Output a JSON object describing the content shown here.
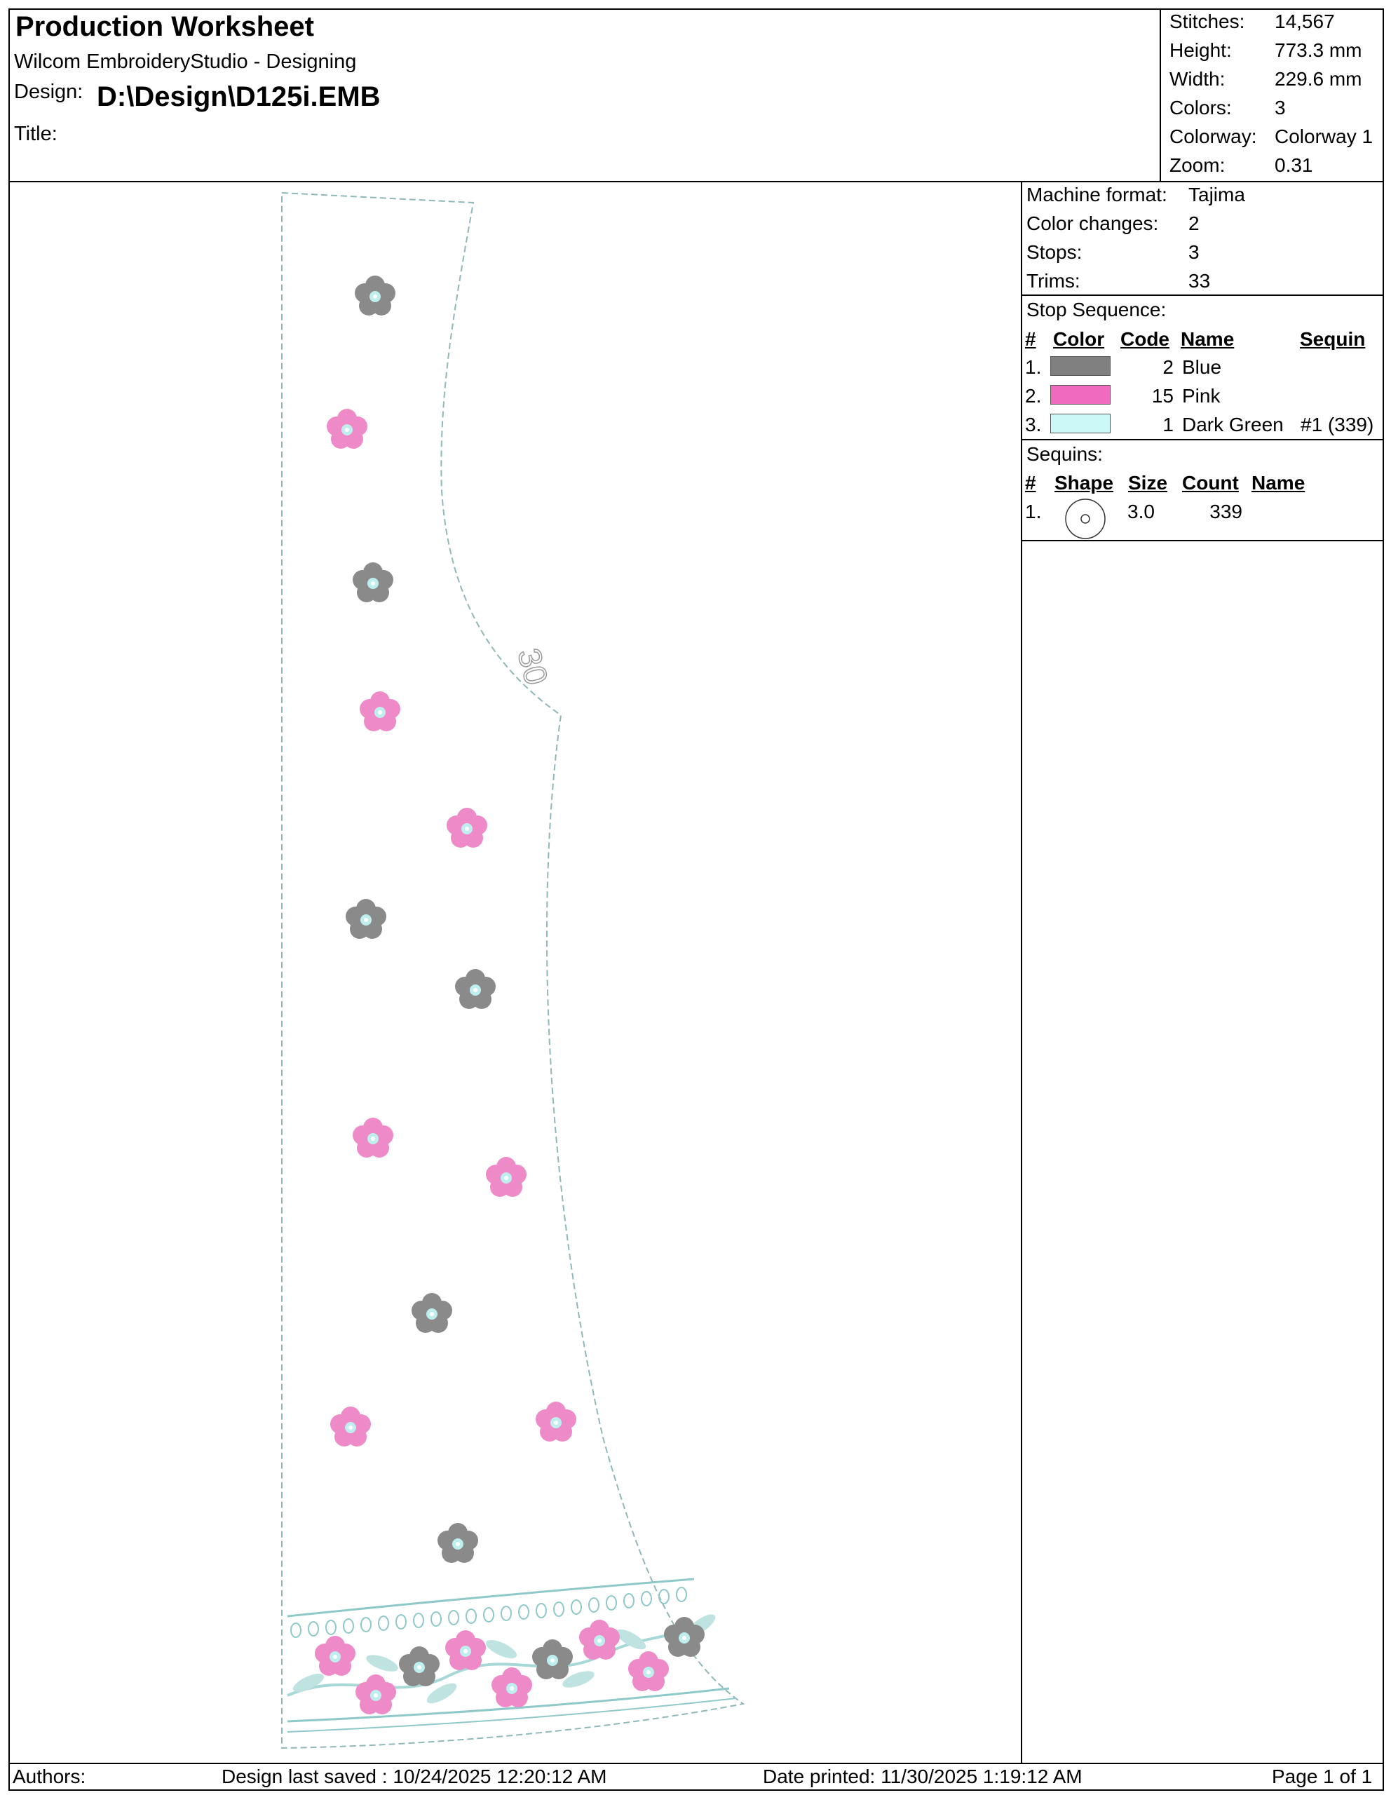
{
  "header": {
    "title": "Production Worksheet",
    "subtitle": "Wilcom EmbroideryStudio - Designing",
    "design_label": "Design:",
    "design_value": "D:\\Design\\D125i.EMB",
    "title_label": "Title:"
  },
  "summary": [
    {
      "label": "Stitches:",
      "value": "14,567"
    },
    {
      "label": "Height:",
      "value": "773.3 mm"
    },
    {
      "label": "Width:",
      "value": "229.6 mm"
    },
    {
      "label": "Colors:",
      "value": "3"
    },
    {
      "label": "Colorway:",
      "value": "Colorway 1"
    },
    {
      "label": "Zoom:",
      "value": "0.31"
    }
  ],
  "machine": [
    {
      "label": "Machine format:",
      "value": "Tajima"
    },
    {
      "label": "Color changes:",
      "value": "2"
    },
    {
      "label": "Stops:",
      "value": "3"
    },
    {
      "label": "Trims:",
      "value": "33"
    }
  ],
  "stop_sequence": {
    "title": "Stop Sequence:",
    "headers": {
      "num": "#",
      "color": "Color",
      "code": "Code",
      "name": "Name",
      "sequin": "Sequin"
    },
    "rows": [
      {
        "num": "1.",
        "color": "#808080",
        "code": "2",
        "name": "Blue",
        "sequin": ""
      },
      {
        "num": "2.",
        "color": "#f06bc0",
        "code": "15",
        "name": "Pink",
        "sequin": ""
      },
      {
        "num": "3.",
        "color": "#ccf8f8",
        "code": "1",
        "name": "Dark Green",
        "sequin": "#1 (339)"
      }
    ]
  },
  "sequins": {
    "title": "Sequins:",
    "headers": {
      "num": "#",
      "shape": "Shape",
      "size": "Size",
      "count": "Count",
      "name": "Name"
    },
    "rows": [
      {
        "num": "1.",
        "shape": "circle-sequin-icon",
        "size": "3.0",
        "count": "339",
        "name": ""
      }
    ]
  },
  "design_preview": {
    "size_mark": "30",
    "colors": {
      "outline": "#8fb8b8",
      "grey": "#8a8a8a",
      "pink": "#ef8ac8",
      "mint": "#bfeeee",
      "leaf": "#bfe3e0"
    }
  },
  "footer": {
    "authors": "Authors:",
    "saved": "Design last saved : 10/24/2025 12:20:12 AM",
    "printed": "Date printed: 11/30/2025 1:19:12 AM",
    "page": "Page 1 of 1"
  }
}
